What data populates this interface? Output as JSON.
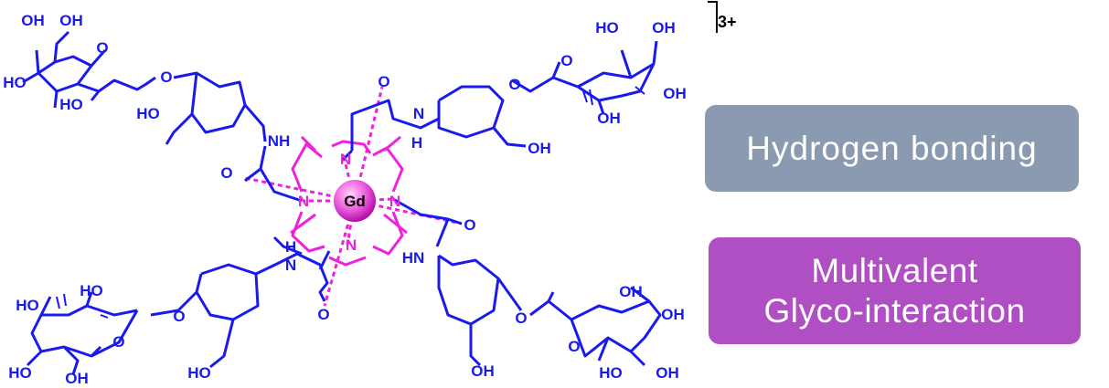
{
  "colors": {
    "ligand": "#1a1aee",
    "macrocycle": "#ee22dd",
    "hbond_box": "#8a9ab0",
    "glyco_box": "#b04fc4"
  },
  "charge": "3+",
  "metal": "Gd",
  "labels": {
    "hydroxyl": "OH",
    "hydroxyl_rev": "HO",
    "oxygen": "O",
    "amide_nh": "NH",
    "amide_hn": "HN",
    "amide_h": "H",
    "amide_n": "N",
    "ring_n": "N"
  },
  "boxes": {
    "hydrogen_bonding": "Hydrogen bonding",
    "multivalent_line1": "Multivalent",
    "multivalent_line2": "Glyco-interaction"
  }
}
